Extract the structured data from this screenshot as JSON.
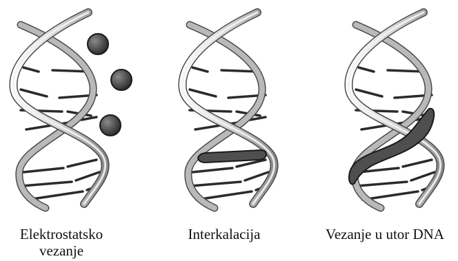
{
  "panels": [
    {
      "caption_line1": "Elektrostatsko",
      "caption_line2": "vezanje",
      "binding_mode": "electrostatic-spheres"
    },
    {
      "caption_line1": "Interkalacija",
      "caption_line2": "",
      "binding_mode": "intercalator-bar"
    },
    {
      "caption_line1": "Vezanje u utor DNA",
      "caption_line2": "",
      "binding_mode": "groove-binder"
    }
  ],
  "colors": {
    "strand_light": "#f2f2f2",
    "strand_mid": "#b9b9b9",
    "strand_dark": "#4a4a4a",
    "base_pair": "#2b2b2b",
    "ligand_fill": "#4f4f4f",
    "ligand_stroke": "#1a1a1a"
  }
}
